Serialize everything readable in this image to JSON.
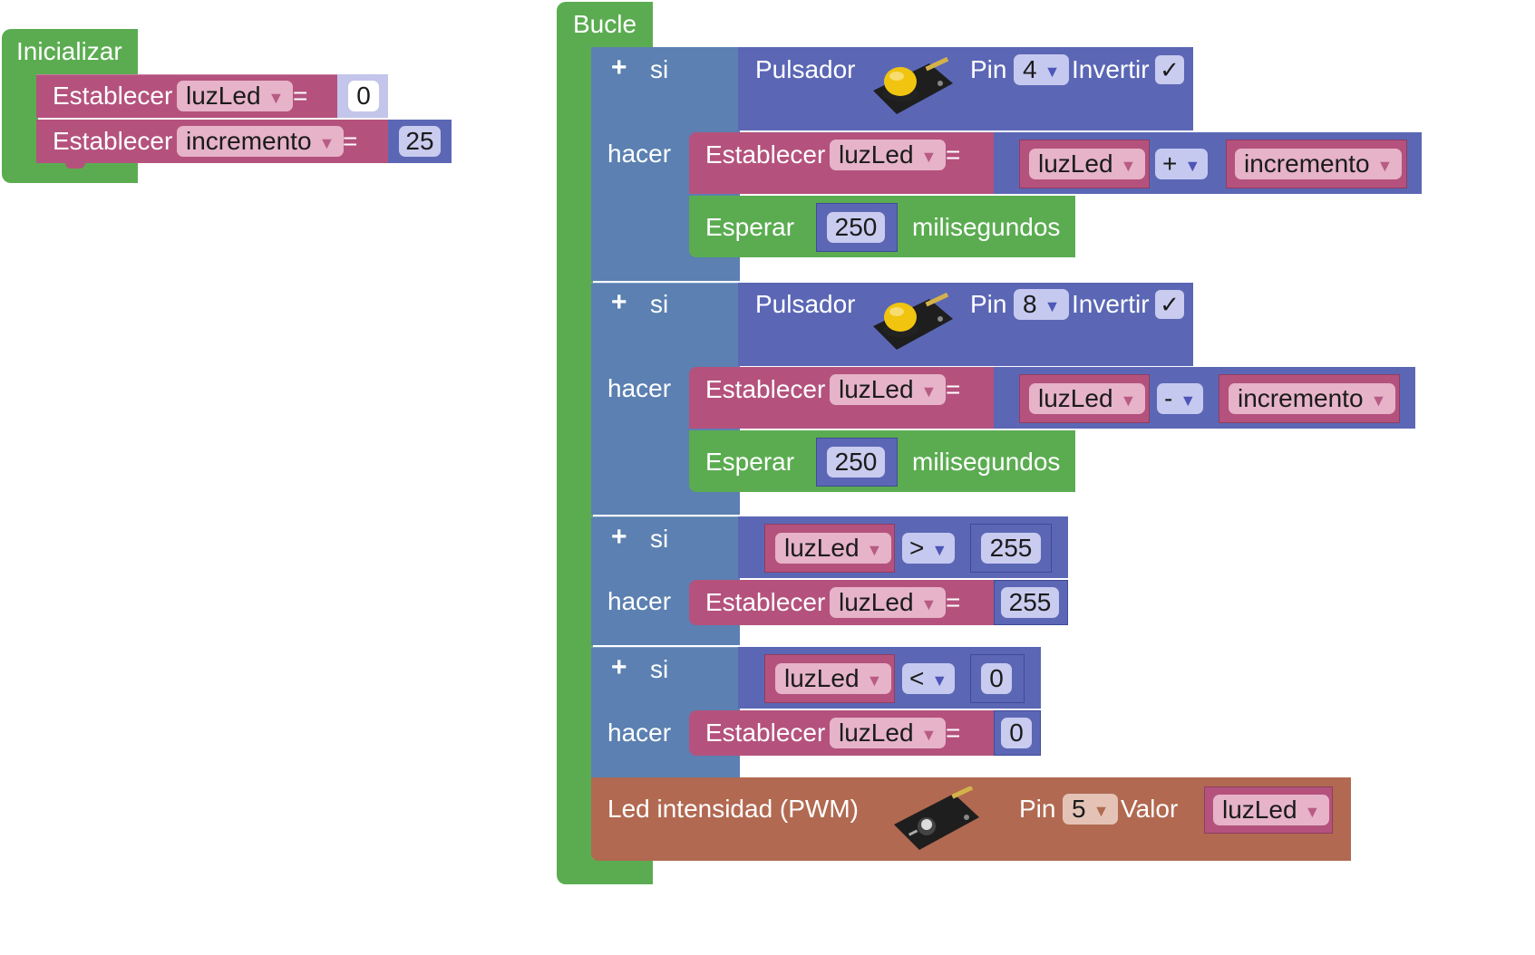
{
  "init": {
    "title": "Inicializar",
    "rows": [
      {
        "verb": "Establecer",
        "var": "luzLed",
        "eq": "=",
        "value": "0"
      },
      {
        "verb": "Establecer",
        "var": "incremento",
        "eq": "=",
        "value": "25"
      }
    ]
  },
  "loop": {
    "title": "Bucle",
    "if1": {
      "si": "si",
      "hacer": "hacer",
      "sensor": "Pulsador",
      "pin_label": "Pin",
      "pin": "4",
      "invert_label": "Invertir",
      "invert_check": "✓",
      "set": {
        "verb": "Establecer",
        "var": "luzLed",
        "eq": "=",
        "left": "luzLed",
        "op": "+",
        "right": "incremento"
      },
      "wait": {
        "label": "Esperar",
        "value": "250",
        "unit": "milisegundos"
      }
    },
    "if2": {
      "si": "si",
      "hacer": "hacer",
      "sensor": "Pulsador",
      "pin_label": "Pin",
      "pin": "8",
      "invert_label": "Invertir",
      "invert_check": "✓",
      "set": {
        "verb": "Establecer",
        "var": "luzLed",
        "eq": "=",
        "left": "luzLed",
        "op": "-",
        "right": "incremento"
      },
      "wait": {
        "label": "Esperar",
        "value": "250",
        "unit": "milisegundos"
      }
    },
    "if3": {
      "si": "si",
      "hacer": "hacer",
      "cond": {
        "left": "luzLed",
        "op": ">",
        "right": "255"
      },
      "set": {
        "verb": "Establecer",
        "var": "luzLed",
        "eq": "=",
        "value": "255"
      }
    },
    "if4": {
      "si": "si",
      "hacer": "hacer",
      "cond": {
        "left": "luzLed",
        "op": "<",
        "right": "0"
      },
      "set": {
        "verb": "Establecer",
        "var": "luzLed",
        "eq": "=",
        "value": "0"
      }
    },
    "pwm": {
      "label": "Led intensidad (PWM)",
      "pin_label": "Pin",
      "pin": "5",
      "value_label": "Valor",
      "value_var": "luzLed"
    }
  },
  "colors": {
    "control_green": "#5bac51",
    "variable_pink": "#b4527d",
    "logic_blue": "#5b80b1",
    "math_indigo": "#5b67b5",
    "actuator_brown": "#b16951"
  }
}
